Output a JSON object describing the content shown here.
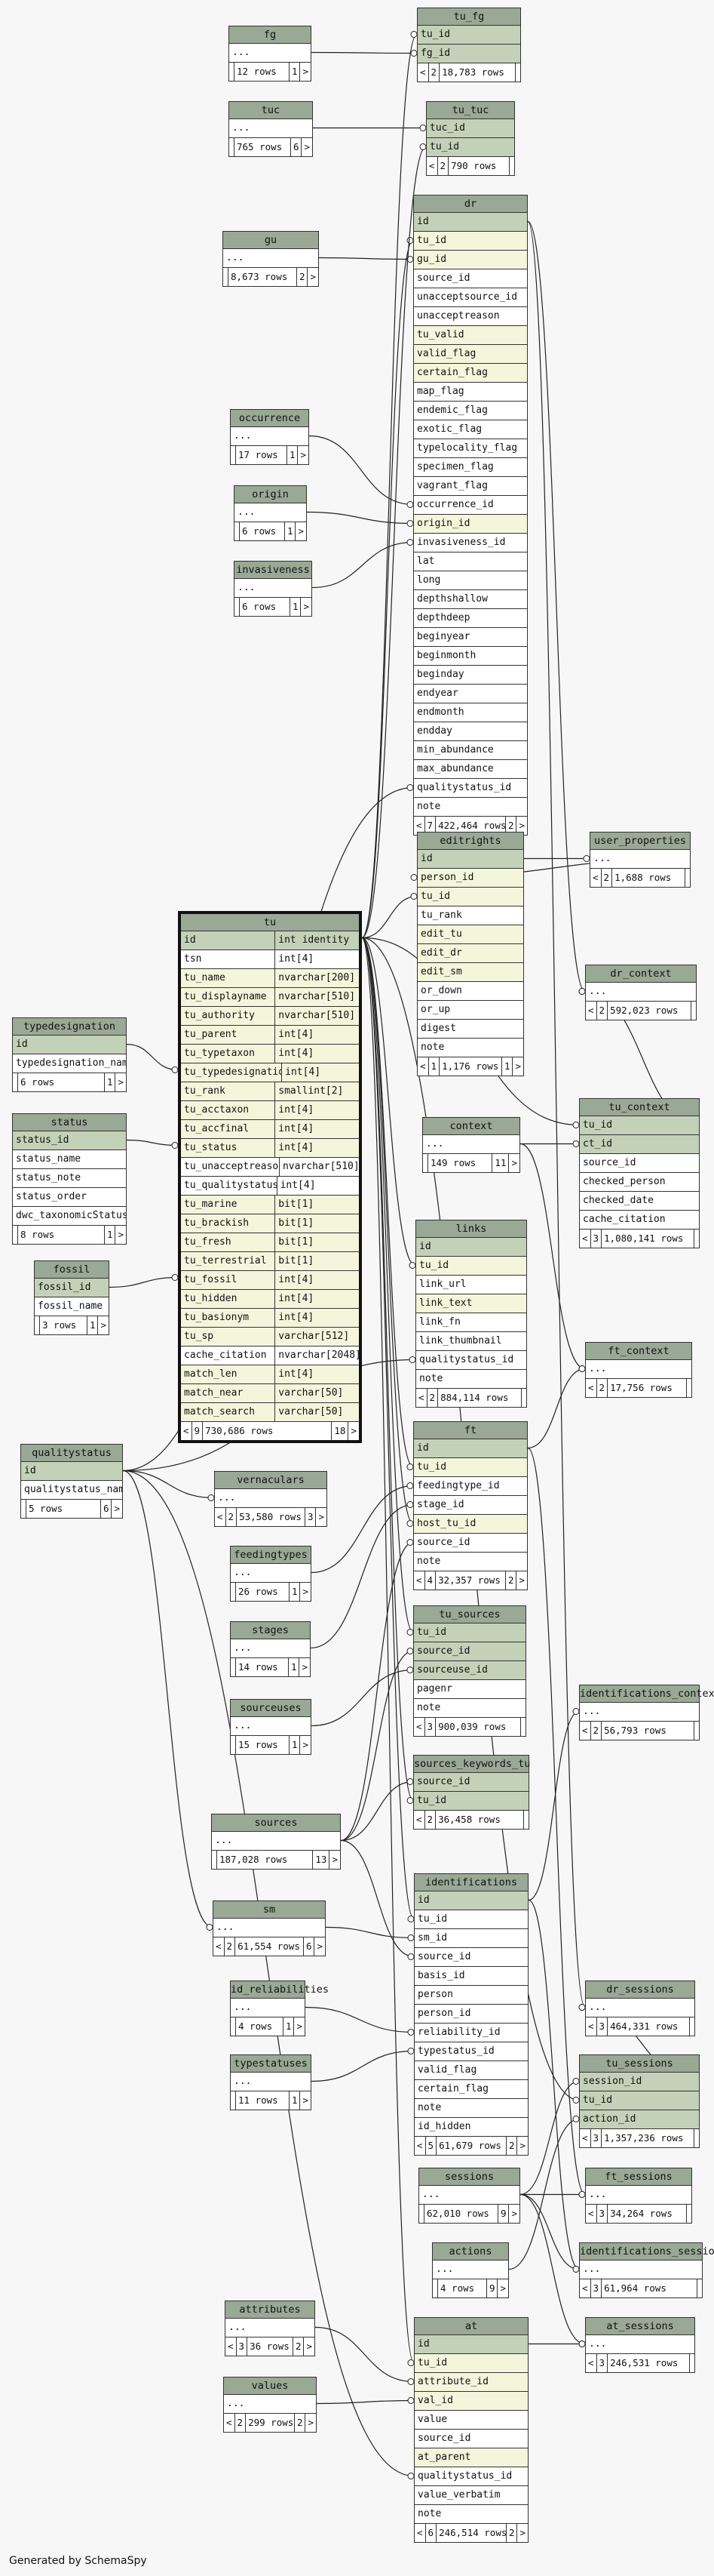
{
  "footer": "Generated by SchemaSpy",
  "tables": {
    "tu_fg": {
      "name": "tu_fg",
      "columns": [
        "tu_id",
        "fg_id"
      ],
      "kinds": [
        "pk",
        "pk"
      ],
      "footer": [
        "<",
        "2",
        "18,783 rows",
        ""
      ]
    },
    "fg": {
      "name": "fg",
      "columns": [
        "..."
      ],
      "kinds": [
        ""
      ],
      "footer": [
        "",
        "12 rows",
        "1",
        ">"
      ]
    },
    "tuc": {
      "name": "tuc",
      "columns": [
        "..."
      ],
      "kinds": [
        ""
      ],
      "footer": [
        "",
        "765 rows",
        "6",
        ">"
      ]
    },
    "tu_tuc": {
      "name": "tu_tuc",
      "columns": [
        "tuc_id",
        "tu_id"
      ],
      "kinds": [
        "pk",
        "pk"
      ],
      "footer": [
        "<",
        "2",
        "790 rows",
        ""
      ]
    },
    "gu": {
      "name": "gu",
      "columns": [
        "..."
      ],
      "kinds": [
        ""
      ],
      "footer": [
        "",
        "8,673 rows",
        "2",
        ">"
      ]
    },
    "dr": {
      "name": "dr",
      "columns": [
        "id",
        "tu_id",
        "gu_id",
        "source_id",
        "unacceptsource_id",
        "unacceptreason",
        "tu_valid",
        "valid_flag",
        "certain_flag",
        "map_flag",
        "endemic_flag",
        "exotic_flag",
        "typelocality_flag",
        "specimen_flag",
        "vagrant_flag",
        "occurrence_id",
        "origin_id",
        "invasiveness_id",
        "lat",
        "long",
        "depthshallow",
        "depthdeep",
        "beginyear",
        "beginmonth",
        "beginday",
        "endyear",
        "endmonth",
        "endday",
        "min_abundance",
        "max_abundance",
        "qualitystatus_id",
        "note"
      ],
      "kinds": [
        "pk",
        "fk",
        "fk",
        "",
        "",
        "",
        "fk",
        "fk",
        "fk",
        "",
        "",
        "",
        "",
        "",
        "",
        "",
        "fk",
        "",
        "",
        "",
        "",
        "",
        "",
        "",
        "",
        "",
        "",
        "",
        "",
        "",
        "",
        ""
      ],
      "footer": [
        "<",
        "7",
        "422,464 rows",
        "2",
        ">"
      ]
    },
    "occurrence": {
      "name": "occurrence",
      "columns": [
        "..."
      ],
      "kinds": [
        ""
      ],
      "footer": [
        "",
        "17 rows",
        "1",
        ">"
      ]
    },
    "origin": {
      "name": "origin",
      "columns": [
        "..."
      ],
      "kinds": [
        ""
      ],
      "footer": [
        "",
        "6 rows",
        "1",
        ">"
      ]
    },
    "invasiveness": {
      "name": "invasiveness",
      "columns": [
        "..."
      ],
      "kinds": [
        ""
      ],
      "footer": [
        "",
        "6 rows",
        "1",
        ">"
      ]
    },
    "editrights": {
      "name": "editrights",
      "columns": [
        "id",
        "person_id",
        "tu_id",
        "tu_rank",
        "edit_tu",
        "edit_dr",
        "edit_sm",
        "or_down",
        "or_up",
        "digest",
        "note"
      ],
      "kinds": [
        "pk",
        "fk",
        "fk",
        "",
        "fk",
        "fk",
        "fk",
        "",
        "",
        "",
        ""
      ],
      "footer": [
        "<",
        "1",
        "1,176 rows",
        "1",
        ">"
      ]
    },
    "user_properties": {
      "name": "user_properties",
      "columns": [
        "..."
      ],
      "kinds": [
        ""
      ],
      "footer": [
        "<",
        "2",
        "1,688 rows",
        ""
      ]
    },
    "tu": {
      "name": "tu",
      "columns": [
        [
          "id",
          "int identity"
        ],
        [
          "tsn",
          "int[4]"
        ],
        [
          "tu_name",
          "nvarchar[200]"
        ],
        [
          "tu_displayname",
          "nvarchar[510]"
        ],
        [
          "tu_authority",
          "nvarchar[510]"
        ],
        [
          "tu_parent",
          "int[4]"
        ],
        [
          "tu_typetaxon",
          "int[4]"
        ],
        [
          "tu_typedesignation",
          "int[4]"
        ],
        [
          "tu_rank",
          "smallint[2]"
        ],
        [
          "tu_acctaxon",
          "int[4]"
        ],
        [
          "tu_accfinal",
          "int[4]"
        ],
        [
          "tu_status",
          "int[4]"
        ],
        [
          "tu_unacceptreason",
          "nvarchar[510]"
        ],
        [
          "tu_qualitystatus",
          "int[4]"
        ],
        [
          "tu_marine",
          "bit[1]"
        ],
        [
          "tu_brackish",
          "bit[1]"
        ],
        [
          "tu_fresh",
          "bit[1]"
        ],
        [
          "tu_terrestrial",
          "bit[1]"
        ],
        [
          "tu_fossil",
          "int[4]"
        ],
        [
          "tu_hidden",
          "int[4]"
        ],
        [
          "tu_basionym",
          "int[4]"
        ],
        [
          "tu_sp",
          "varchar[512]"
        ],
        [
          "cache_citation",
          "nvarchar[2048]"
        ],
        [
          "match_len",
          "int[4]"
        ],
        [
          "match_near",
          "varchar[50]"
        ],
        [
          "match_search",
          "varchar[50]"
        ]
      ],
      "kinds": [
        "pk",
        "",
        "fk",
        "fk",
        "fk",
        "fk",
        "fk",
        "fk",
        "fk",
        "fk",
        "fk",
        "fk",
        "",
        "",
        "fk",
        "fk",
        "fk",
        "fk",
        "fk",
        "fk",
        "fk",
        "fk",
        "",
        "fk",
        "fk",
        "fk"
      ],
      "footer": [
        "<",
        "9",
        "730,686 rows",
        "18",
        ">"
      ]
    },
    "dr_context": {
      "name": "dr_context",
      "columns": [
        "..."
      ],
      "kinds": [
        ""
      ],
      "footer": [
        "<",
        "2",
        "592,023 rows",
        ""
      ]
    },
    "typedesignation": {
      "name": "typedesignation",
      "columns": [
        "id",
        "typedesignation_name"
      ],
      "kinds": [
        "pk",
        ""
      ],
      "footer": [
        "",
        "6 rows",
        "1",
        ">"
      ]
    },
    "status": {
      "name": "status",
      "columns": [
        "status_id",
        "status_name",
        "status_note",
        "status_order",
        "dwc_taxonomicStatus"
      ],
      "kinds": [
        "pk",
        "",
        "",
        "",
        ""
      ],
      "footer": [
        "",
        "8 rows",
        "1",
        ">"
      ]
    },
    "context": {
      "name": "context",
      "columns": [
        "..."
      ],
      "kinds": [
        ""
      ],
      "footer": [
        "",
        "149 rows",
        "11",
        ">"
      ]
    },
    "tu_context": {
      "name": "tu_context",
      "columns": [
        "tu_id",
        "ct_id",
        "source_id",
        "checked_person",
        "checked_date",
        "cache_citation"
      ],
      "kinds": [
        "pk",
        "pk",
        "",
        "",
        "",
        ""
      ],
      "footer": [
        "<",
        "3",
        "1,080,141 rows",
        ""
      ]
    },
    "fossil": {
      "name": "fossil",
      "columns": [
        "fossil_id",
        "fossil_name"
      ],
      "kinds": [
        "pk",
        ""
      ],
      "footer": [
        "",
        "3 rows",
        "1",
        ">"
      ]
    },
    "links": {
      "name": "links",
      "columns": [
        "id",
        "tu_id",
        "link_url",
        "link_text",
        "link_fn",
        "link_thumbnail",
        "qualitystatus_id",
        "note"
      ],
      "kinds": [
        "pk",
        "fk",
        "",
        "fk",
        "",
        "",
        "",
        ""
      ],
      "footer": [
        "<",
        "2",
        "884,114 rows",
        ""
      ]
    },
    "ft_context": {
      "name": "ft_context",
      "columns": [
        "..."
      ],
      "kinds": [
        ""
      ],
      "footer": [
        "<",
        "2",
        "17,756 rows",
        ""
      ]
    },
    "qualitystatus": {
      "name": "qualitystatus",
      "columns": [
        "id",
        "qualitystatus_name"
      ],
      "kinds": [
        "pk",
        ""
      ],
      "footer": [
        "",
        "5 rows",
        "6",
        ">"
      ]
    },
    "ft": {
      "name": "ft",
      "columns": [
        "id",
        "tu_id",
        "feedingtype_id",
        "stage_id",
        "host_tu_id",
        "source_id",
        "note"
      ],
      "kinds": [
        "pk",
        "fk",
        "",
        "",
        "fk",
        "",
        ""
      ],
      "footer": [
        "<",
        "4",
        "32,357 rows",
        "2",
        ">"
      ]
    },
    "vernaculars": {
      "name": "vernaculars",
      "columns": [
        "..."
      ],
      "kinds": [
        ""
      ],
      "footer": [
        "<",
        "2",
        "53,580 rows",
        "3",
        ">"
      ]
    },
    "feedingtypes": {
      "name": "feedingtypes",
      "columns": [
        "..."
      ],
      "kinds": [
        ""
      ],
      "footer": [
        "",
        "26 rows",
        "1",
        ">"
      ]
    },
    "stages": {
      "name": "stages",
      "columns": [
        "..."
      ],
      "kinds": [
        ""
      ],
      "footer": [
        "",
        "14 rows",
        "1",
        ">"
      ]
    },
    "tu_sources": {
      "name": "tu_sources",
      "columns": [
        "tu_id",
        "source_id",
        "sourceuse_id",
        "pagenr",
        "note"
      ],
      "kinds": [
        "pk",
        "pk",
        "pk",
        "",
        ""
      ],
      "footer": [
        "<",
        "3",
        "900,039 rows",
        ""
      ]
    },
    "sourceuses": {
      "name": "sourceuses",
      "columns": [
        "..."
      ],
      "kinds": [
        ""
      ],
      "footer": [
        "",
        "15 rows",
        "1",
        ">"
      ]
    },
    "identifications_context": {
      "name": "identifications_context",
      "columns": [
        "..."
      ],
      "kinds": [
        ""
      ],
      "footer": [
        "<",
        "2",
        "56,793 rows",
        ""
      ]
    },
    "sources_keywords_tu": {
      "name": "sources_keywords_tu",
      "columns": [
        "source_id",
        "tu_id"
      ],
      "kinds": [
        "pk",
        "pk"
      ],
      "footer": [
        "<",
        "2",
        "36,458 rows",
        ""
      ]
    },
    "sources": {
      "name": "sources",
      "columns": [
        "..."
      ],
      "kinds": [
        ""
      ],
      "footer": [
        "",
        "187,028 rows",
        "13",
        ">"
      ]
    },
    "sm": {
      "name": "sm",
      "columns": [
        "..."
      ],
      "kinds": [
        ""
      ],
      "footer": [
        "<",
        "2",
        "61,554 rows",
        "6",
        ">"
      ]
    },
    "identifications": {
      "name": "identifications",
      "columns": [
        "id",
        "tu_id",
        "sm_id",
        "source_id",
        "basis_id",
        "person",
        "person_id",
        "reliability_id",
        "typestatus_id",
        "valid_flag",
        "certain_flag",
        "note",
        "id_hidden"
      ],
      "kinds": [
        "pk",
        "",
        "",
        "",
        "",
        "",
        "",
        "",
        "",
        "",
        "",
        "",
        ""
      ],
      "footer": [
        "<",
        "5",
        "61,679 rows",
        "2",
        ">"
      ]
    },
    "id_reliabilities": {
      "name": "id_reliabilities",
      "columns": [
        "..."
      ],
      "kinds": [
        ""
      ],
      "footer": [
        "",
        "4 rows",
        "1",
        ">"
      ]
    },
    "dr_sessions": {
      "name": "dr_sessions",
      "columns": [
        "..."
      ],
      "kinds": [
        ""
      ],
      "footer": [
        "<",
        "3",
        "464,331 rows",
        ""
      ]
    },
    "typestatuses": {
      "name": "typestatuses",
      "columns": [
        "..."
      ],
      "kinds": [
        ""
      ],
      "footer": [
        "",
        "11 rows",
        "1",
        ">"
      ]
    },
    "tu_sessions": {
      "name": "tu_sessions",
      "columns": [
        "session_id",
        "tu_id",
        "action_id"
      ],
      "kinds": [
        "pk",
        "pk",
        "pk"
      ],
      "footer": [
        "<",
        "3",
        "1,357,236 rows",
        ""
      ]
    },
    "sessions": {
      "name": "sessions",
      "columns": [
        "..."
      ],
      "kinds": [
        ""
      ],
      "footer": [
        "",
        "62,010 rows",
        "9",
        ">"
      ]
    },
    "ft_sessions": {
      "name": "ft_sessions",
      "columns": [
        "..."
      ],
      "kinds": [
        ""
      ],
      "footer": [
        "<",
        "3",
        "34,264 rows",
        ""
      ]
    },
    "actions": {
      "name": "actions",
      "columns": [
        "..."
      ],
      "kinds": [
        ""
      ],
      "footer": [
        "",
        "4 rows",
        "9",
        ">"
      ]
    },
    "identifications_sessions": {
      "name": "identifications_sessions",
      "columns": [
        "..."
      ],
      "kinds": [
        ""
      ],
      "footer": [
        "<",
        "3",
        "61,964 rows",
        ""
      ]
    },
    "attributes": {
      "name": "attributes",
      "columns": [
        "..."
      ],
      "kinds": [
        ""
      ],
      "footer": [
        "<",
        "3",
        "36 rows",
        "2",
        ">"
      ]
    },
    "at": {
      "name": "at",
      "columns": [
        "id",
        "tu_id",
        "attribute_id",
        "val_id",
        "value",
        "source_id",
        "at_parent",
        "qualitystatus_id",
        "value_verbatim",
        "note"
      ],
      "kinds": [
        "pk",
        "fk",
        "fk",
        "fk",
        "",
        "",
        "fk",
        "",
        "",
        ""
      ],
      "footer": [
        "<",
        "6",
        "246,514 rows",
        "2",
        ">"
      ]
    },
    "at_sessions": {
      "name": "at_sessions",
      "columns": [
        "..."
      ],
      "kinds": [
        ""
      ],
      "footer": [
        "<",
        "3",
        "246,531 rows",
        ""
      ]
    },
    "values": {
      "name": "values",
      "columns": [
        "..."
      ],
      "kinds": [
        ""
      ],
      "footer": [
        "<",
        "2",
        "299 rows",
        "2",
        ">"
      ]
    }
  }
}
